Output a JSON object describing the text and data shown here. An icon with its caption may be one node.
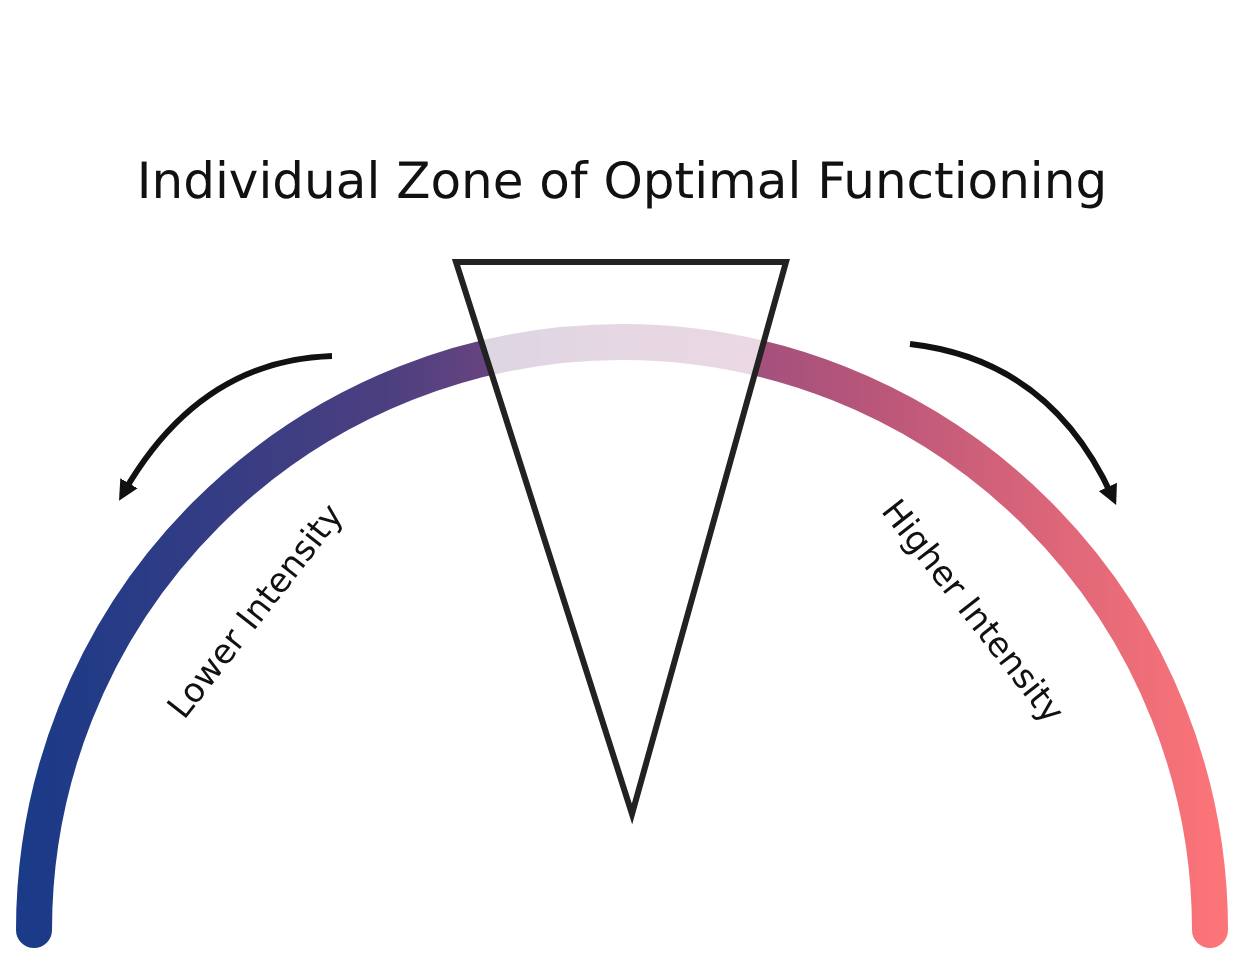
{
  "diagram": {
    "title": "Individual Zone of Optimal Functioning",
    "nodes": [
      {
        "text": [],
        "shape": "triangle"
      }
    ],
    "labels": [
      "Lower Intensity",
      "Higher Intensity"
    ]
  }
}
